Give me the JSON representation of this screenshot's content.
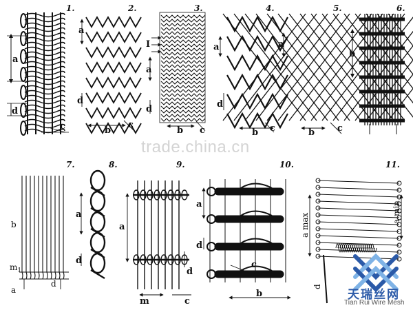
{
  "figure_numbers": [
    "1.",
    "2.",
    "3.",
    "4.",
    "5.",
    "6.",
    "7.",
    "8.",
    "9.",
    "10.",
    "11."
  ],
  "dimension_labels": {
    "a": "a",
    "b": "b",
    "c": "c",
    "d": "d",
    "m": "m",
    "m1": "m",
    "m1_sub": "1",
    "roman_one": "I",
    "a_max": "a max",
    "a_min": "a min"
  },
  "watermark": "trade.china.cn",
  "logo": {
    "name_cn": "天瑞丝网",
    "name_en": "Tian Rui Wire Mesh",
    "color": "#2b5aa8",
    "accent": "#7fb3e6"
  },
  "colors": {
    "ink": "#111111",
    "background": "#ffffff"
  }
}
